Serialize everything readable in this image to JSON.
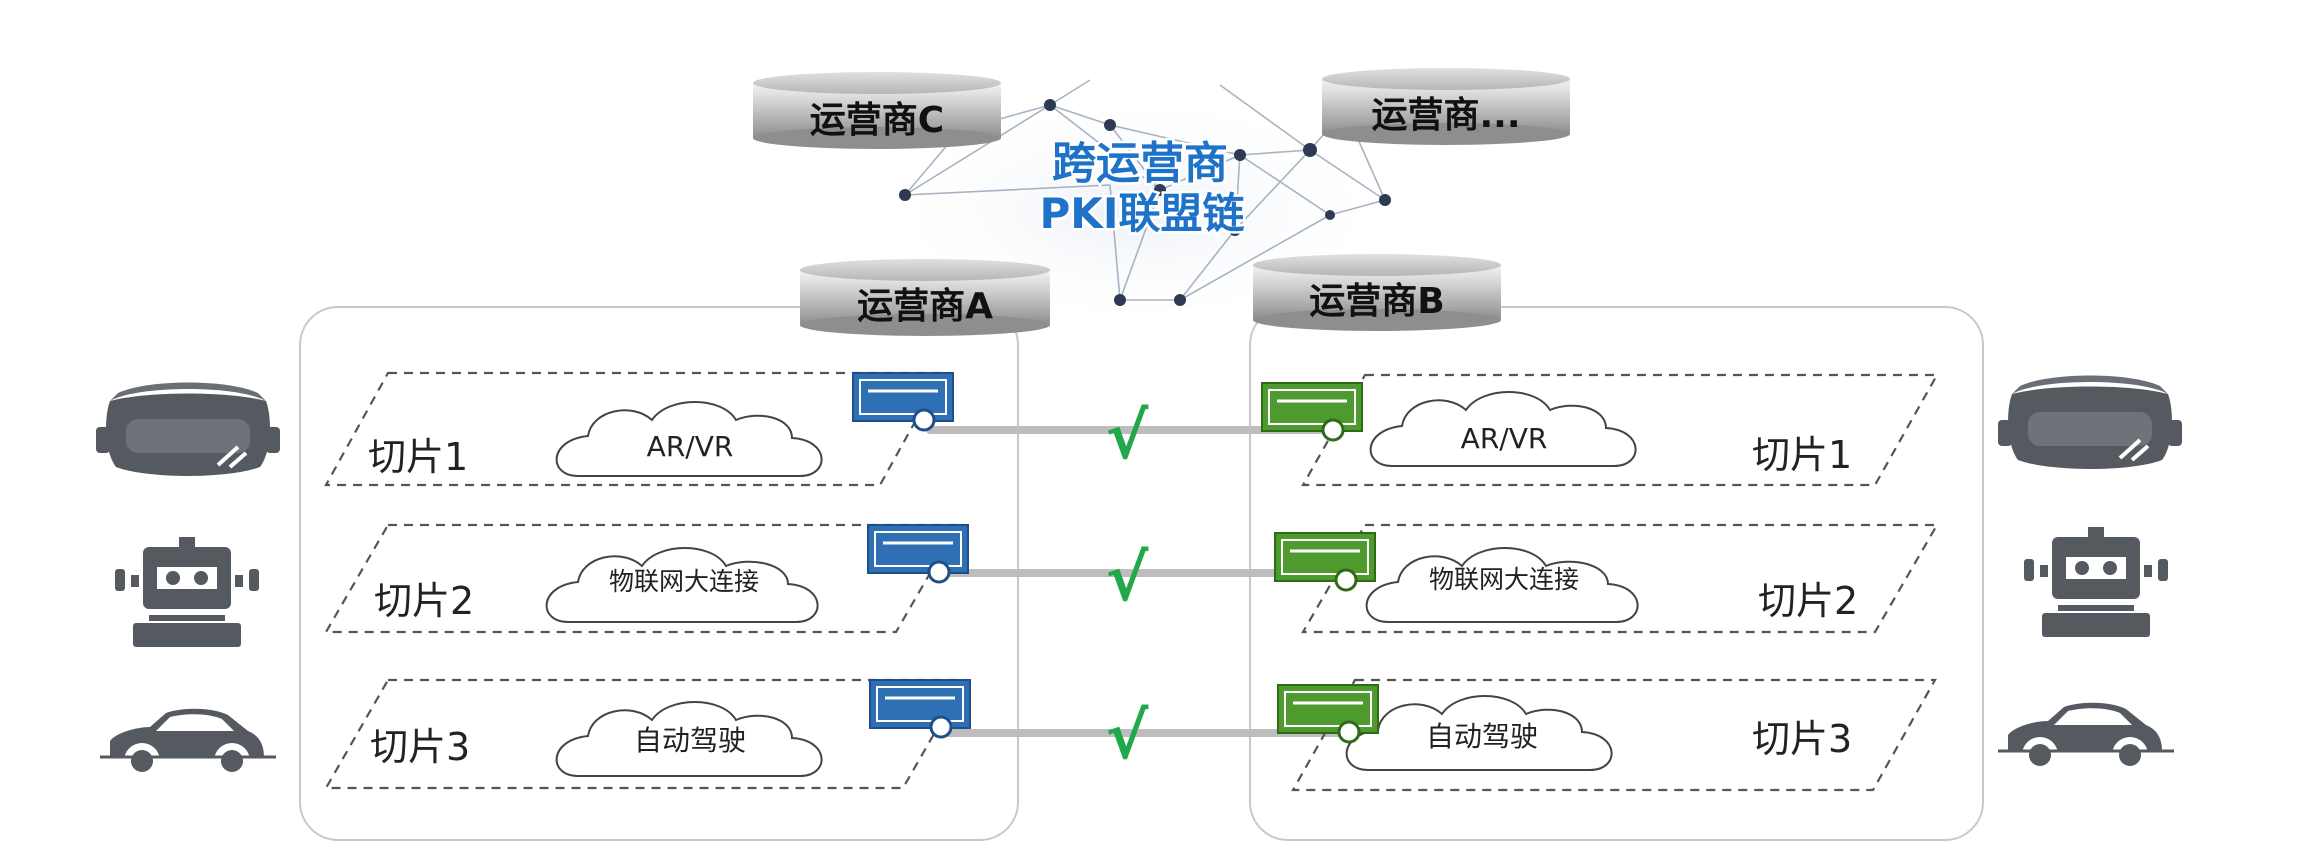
{
  "network": {
    "title_line1": "跨运营商",
    "title_line2": "PKI联盟链"
  },
  "operators": {
    "c": "运营商C",
    "etc": "运营商...",
    "a": "运营商A",
    "b": "运营商B"
  },
  "slices_left": [
    {
      "label": "切片1",
      "service": "AR/VR"
    },
    {
      "label": "切片2",
      "service": "物联网大连接"
    },
    {
      "label": "切片3",
      "service": "自动驾驶"
    }
  ],
  "slices_right": [
    {
      "label": "切片1",
      "service": "AR/VR"
    },
    {
      "label": "切片2",
      "service": "物联网大连接"
    },
    {
      "label": "切片3",
      "service": "自动驾驶"
    }
  ],
  "check_mark": "√",
  "devices": [
    "vr-headset-icon",
    "robot-icon",
    "car-icon"
  ],
  "colors": {
    "network_title": "#1e73c8",
    "cert_left": "#2f6fb4",
    "cert_right": "#4e9a2e",
    "check": "#22a84a",
    "icons": "#555a60",
    "cylinder_label": "#111111"
  }
}
